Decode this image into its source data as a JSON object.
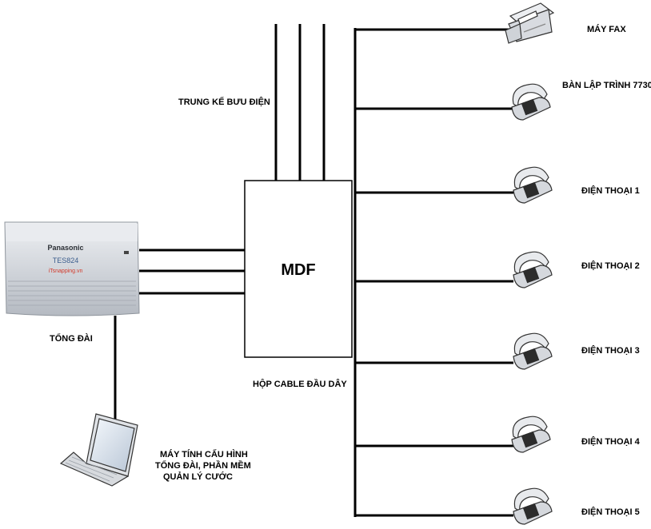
{
  "diagram": {
    "trunk_label": "TRUNG KẾ BƯU ĐIỆN",
    "mdf_label": "MDF",
    "mdf_caption": "HỘP CABLE ĐẦU DÂY",
    "pbx_label": "TỔNG ĐÀI",
    "pbx_brand": "Panasonic",
    "pbx_model": "TES824",
    "pbx_watermark": "iTsnapping.vn",
    "computer_label_lines": [
      "MÁY TÍNH CẤU HÌNH",
      "TỔNG ĐÀI, PHẦN MỀM",
      "QUẢN LÝ CƯỚC"
    ],
    "devices": [
      {
        "label": "MÁY FAX",
        "icon": "fax-icon"
      },
      {
        "label": "BÀN LẬP TRÌNH 7730",
        "icon": "telephone-icon"
      },
      {
        "label": "ĐIỆN THOẠI 1",
        "icon": "telephone-icon"
      },
      {
        "label": "ĐIỆN THOẠI 2",
        "icon": "telephone-icon"
      },
      {
        "label": "ĐIỆN THOẠI 3",
        "icon": "telephone-icon"
      },
      {
        "label": "ĐIỆN THOẠI 4",
        "icon": "telephone-icon"
      },
      {
        "label": "ĐIỆN THOẠI 5",
        "icon": "telephone-icon"
      }
    ]
  }
}
